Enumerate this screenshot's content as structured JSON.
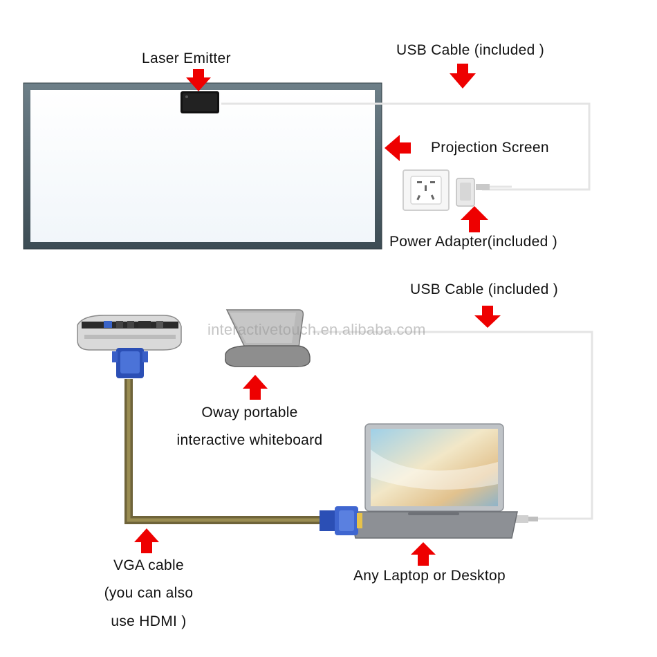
{
  "labels": {
    "laser_emitter": "Laser Emitter",
    "usb_cable_top": "USB Cable (included )",
    "projection_screen": "Projection Screen",
    "power_adapter": "Power Adapter(included )",
    "usb_cable_bottom": "USB Cable (included )",
    "whiteboard_line1": "Oway portable",
    "whiteboard_line2": "interactive whiteboard",
    "vga_line1": "VGA cable",
    "vga_line2": "(you can also",
    "vga_line3": "use HDMI )",
    "laptop": "Any Laptop or Desktop"
  },
  "watermark": "interactivetouch.en.alibaba.com",
  "colors": {
    "arrow": "#ee0000",
    "cable": "#e6e6e6",
    "vga_cable": "#7a6e3c",
    "frame": "#4a5d66",
    "board": "#fbfdff",
    "vga_connector": "#2b4fb5"
  },
  "icons": [
    "laser-emitter-icon",
    "power-outlet-icon",
    "power-adapter-icon",
    "projector-icon",
    "portable-whiteboard-icon",
    "laptop-icon",
    "vga-connector-icon",
    "usb-plug-icon",
    "red-arrow-icon"
  ]
}
